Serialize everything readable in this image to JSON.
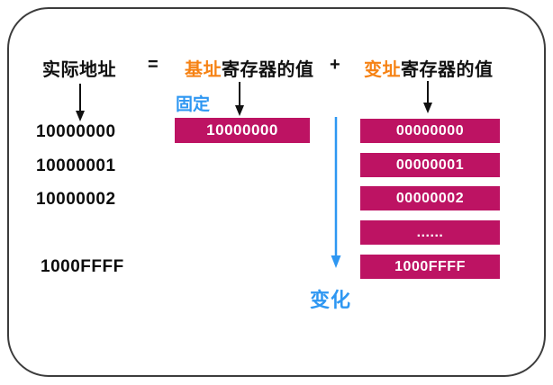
{
  "colors": {
    "box_magenta": "#bd1363",
    "highlight_orange": "#f68214",
    "label_blue": "#2e97f2",
    "text_black": "#111111"
  },
  "formula": {
    "actual_address": "实际地址",
    "equals": "=",
    "base_highlight": "基址",
    "base_rest": "寄存器的值",
    "plus": "+",
    "index_highlight": "变址",
    "index_rest": "寄存器的值"
  },
  "labels": {
    "fixed": "固定",
    "changing": "变化"
  },
  "actual_addresses": [
    "10000000",
    "10000001",
    "10000002",
    "1000FFFF"
  ],
  "base_register_value": "10000000",
  "index_register_values": [
    "00000000",
    "00000001",
    "00000002",
    "......",
    "1000FFFF"
  ]
}
